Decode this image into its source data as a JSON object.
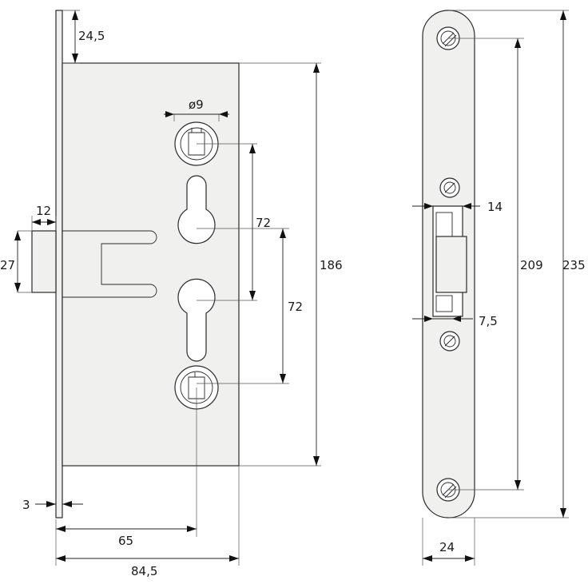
{
  "dimensions": {
    "d_24_5": "24,5",
    "d_dia9": "ø9",
    "d_72_upper": "72",
    "d_72_lower": "72",
    "d_186": "186",
    "d_12": "12",
    "d_27": "27",
    "d_3": "3",
    "d_65": "65",
    "d_84_5": "84,5",
    "d_14": "14",
    "d_209": "209",
    "d_235": "235",
    "d_7_5": "7,5",
    "d_24": "24"
  }
}
